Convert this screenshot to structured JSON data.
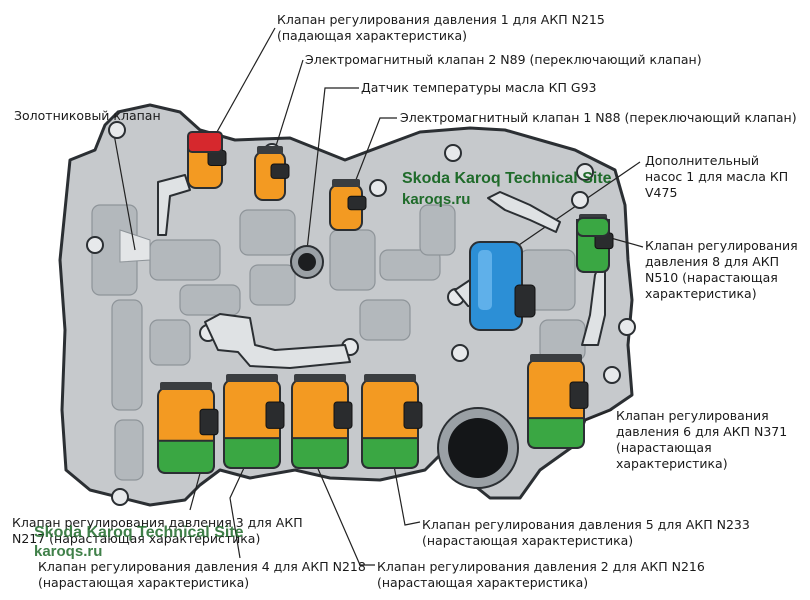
{
  "colors": {
    "plate": "#c6c9cc",
    "plate_dark": "#9aa0a5",
    "outline": "#2b2f33",
    "orange": "#f39a22",
    "green": "#3aa743",
    "red": "#d6282d",
    "blue": "#2c8fd6",
    "leader": "#222222",
    "watermark": "#1f6b2a"
  },
  "labels": {
    "n215": {
      "line1": "Клапан регулирования давления 1 для АКП N215",
      "line2": "(падающая характеристика)"
    },
    "n89": {
      "line1": "Электромагнитный клапан 2 N89 (переключающий клапан)"
    },
    "g93": {
      "line1": "Датчик температуры масла КП G93"
    },
    "slide_valve": {
      "line1": "Золотниковый клапан"
    },
    "n88": {
      "line1": "Электромагнитный клапан 1 N88 (переключающий клапан)"
    },
    "v475": {
      "line1": "Дополнительный",
      "line2": "насос 1 для масла КП",
      "line3": "V475"
    },
    "n510": {
      "line1": "Клапан регулирования",
      "line2": "давления 8 для АКП",
      "line3": "N510 (нарастающая",
      "line4": "характеристика)"
    },
    "n371": {
      "line1": "Клапан регулирования",
      "line2": "давления 6 для АКП N371",
      "line3": "(нарастающая",
      "line4": "характеристика)"
    },
    "n217": {
      "line1": "Клапан регулирования давления 3 для АКП",
      "line2": "N217 (нарастающая характеристика)"
    },
    "n233": {
      "line1": "Клапан регулирования давления 5 для АКП N233",
      "line2": "(нарастающая характеристика)"
    },
    "n218": {
      "line1": "Клапан регулирования давления 4 для АКП N218",
      "line2": "(нарастающая характеристика)"
    },
    "n216": {
      "line1": "Клапан регулирования давления 2 для АКП N216",
      "line2": "(нарастающая характеристика)"
    }
  },
  "watermark": {
    "site": "Skoda Karoq Technical Site",
    "domain": "karoqs.ru"
  }
}
